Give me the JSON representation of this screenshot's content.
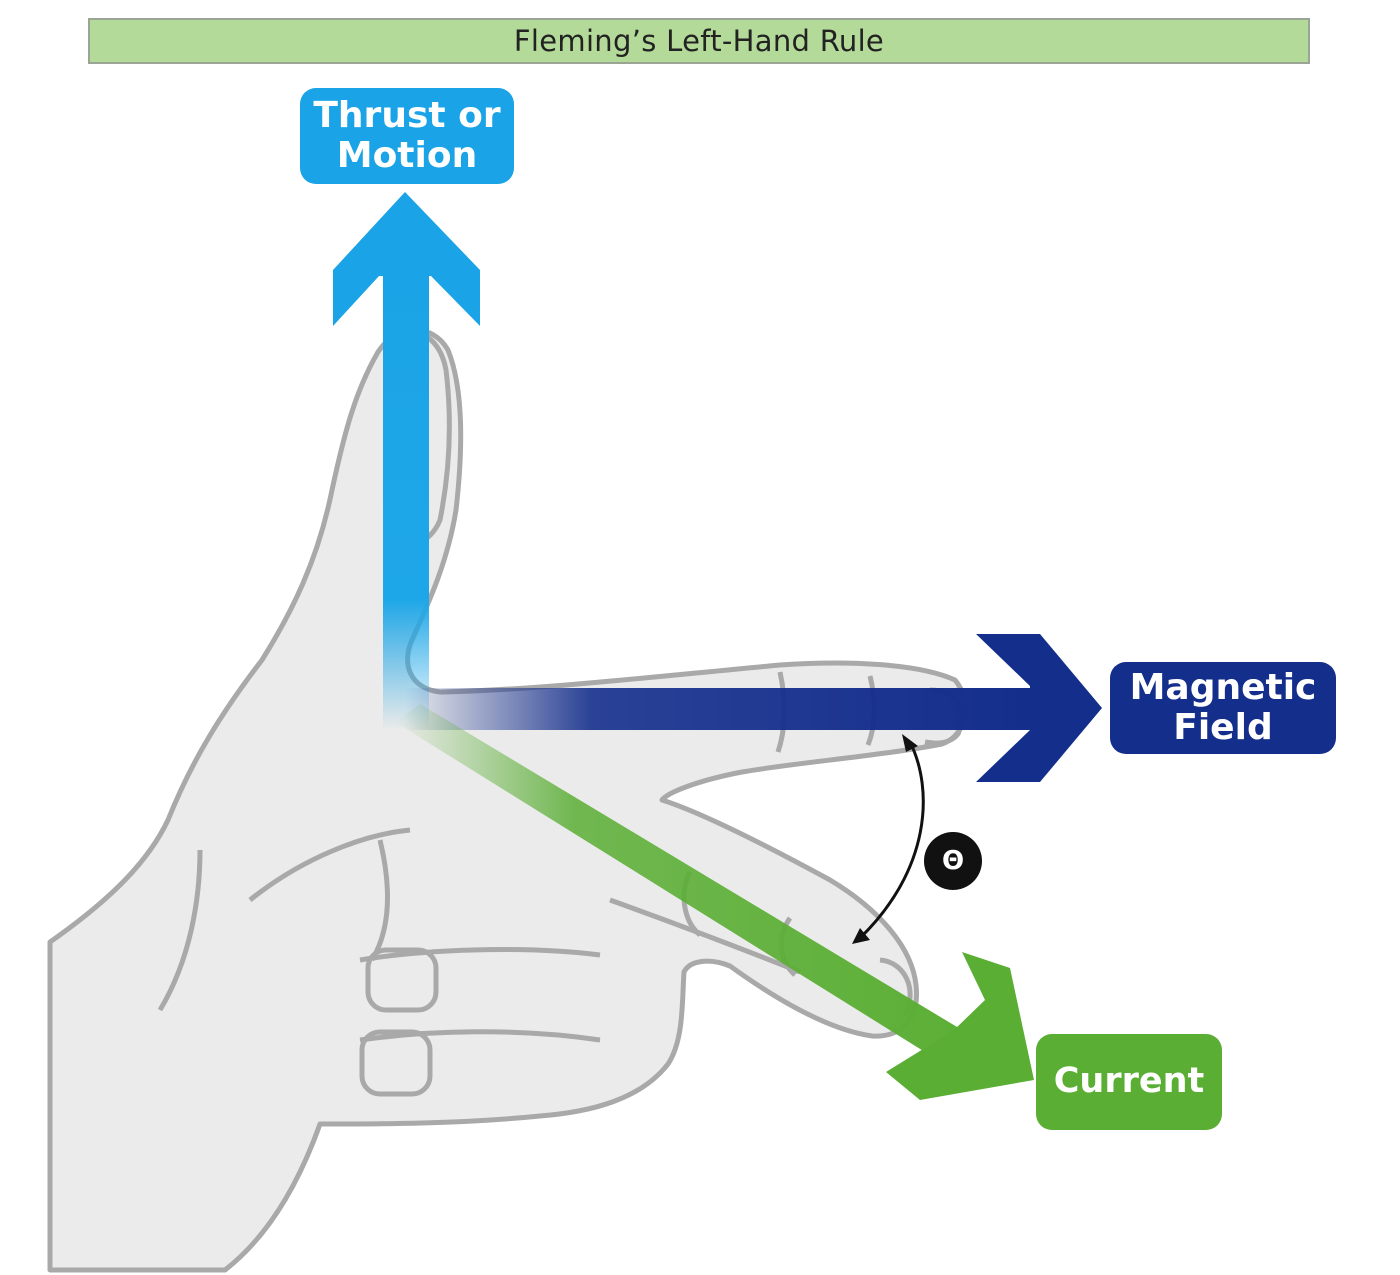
{
  "title": "Fleming’s Left-Hand Rule",
  "labels": {
    "thrust": "Thrust or\nMotion",
    "field": "Magnetic\nField",
    "current": "Current"
  },
  "angle_symbol": "Θ",
  "colors": {
    "title_bg": "#b3da98",
    "thrust": "#1aa3e6",
    "field": "#142e8c",
    "current": "#5aae34",
    "hand_fill": "#ebebeb",
    "hand_outline": "#a9a9a9",
    "angle": "#111111"
  }
}
